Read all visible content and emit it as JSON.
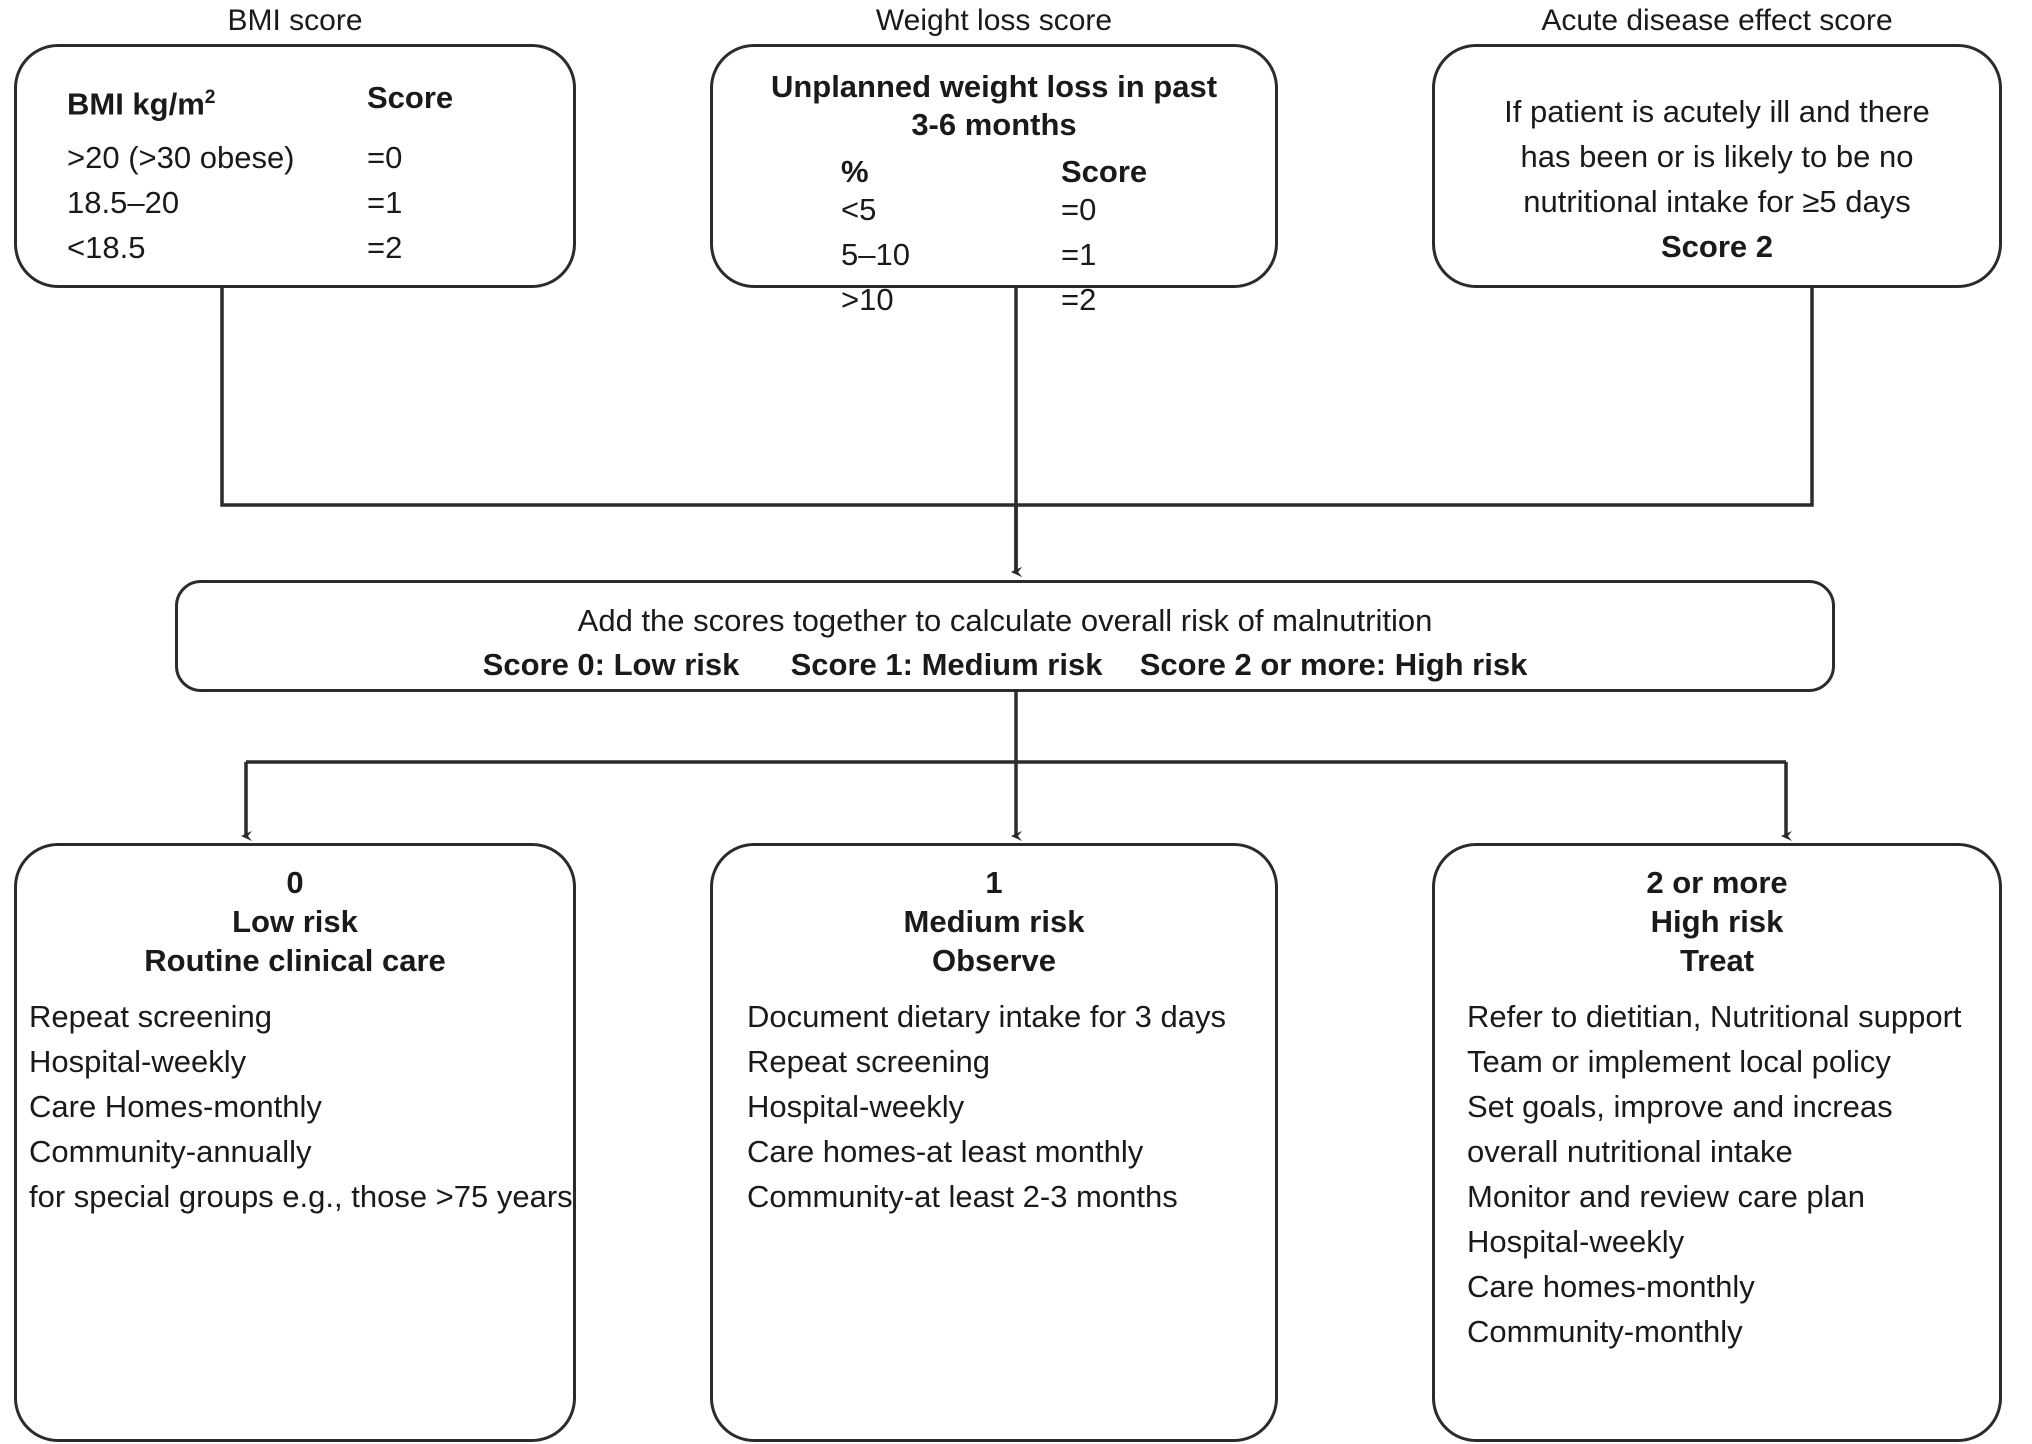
{
  "headers": {
    "bmi": "BMI score",
    "weight": "Weight loss score",
    "acute": "Acute disease effect score"
  },
  "bmi_box": {
    "col_header_label": "BMI kg/m",
    "col_header_sup": "2",
    "score_header": "Score",
    "rows": [
      {
        "range": ">20 (>30 obese)",
        "score": "=0"
      },
      {
        "range": "18.5–20",
        "score": "=1"
      },
      {
        "range": "<18.5",
        "score": "=2"
      }
    ]
  },
  "weight_box": {
    "title_line1": "Unplanned weight loss in past",
    "title_line2": "3-6 months",
    "col_header_label": "%",
    "score_header": "Score",
    "rows": [
      {
        "range": "<5",
        "score": "=0"
      },
      {
        "range": "5–10",
        "score": "=1"
      },
      {
        "range": ">10",
        "score": "=2"
      }
    ]
  },
  "acute_box": {
    "line1": "If patient is acutely ill and there",
    "line2": "has been or is likely to be no",
    "line3": "nutritional intake for ≥5 days",
    "score": "Score 2"
  },
  "sum_bar": {
    "line1": "Add the scores together to calculate overall risk of malnutrition",
    "seg1": "Score 0: Low risk",
    "seg2": "Score 1: Medium risk",
    "seg3": "Score 2 or more: High risk"
  },
  "outcomes": [
    {
      "score": "0",
      "risk": "Low risk",
      "action": "Routine clinical care",
      "items": [
        "Repeat screening",
        "Hospital-weekly",
        "Care Homes-monthly",
        "Community-annually",
        "for special groups e.g., those >75 years"
      ]
    },
    {
      "score": "1",
      "risk": "Medium risk",
      "action": "Observe",
      "items": [
        "Document dietary intake for 3 days",
        "Repeat screening",
        "Hospital-weekly",
        "Care homes-at least monthly",
        "Community-at least 2-3 months"
      ]
    },
    {
      "score": "2 or more",
      "risk": "High risk",
      "action": "Treat",
      "items": [
        "Refer to dietitian, Nutritional support",
        "Team or implement local policy",
        "Set goals, improve and increas overall nutritional intake",
        "Monitor and review care plan",
        "Hospital-weekly",
        "Care homes-monthly",
        "Community-monthly"
      ]
    }
  ],
  "colors": {
    "stroke": "#2b2b2b",
    "text": "#1a1a1a",
    "background": "#ffffff"
  }
}
